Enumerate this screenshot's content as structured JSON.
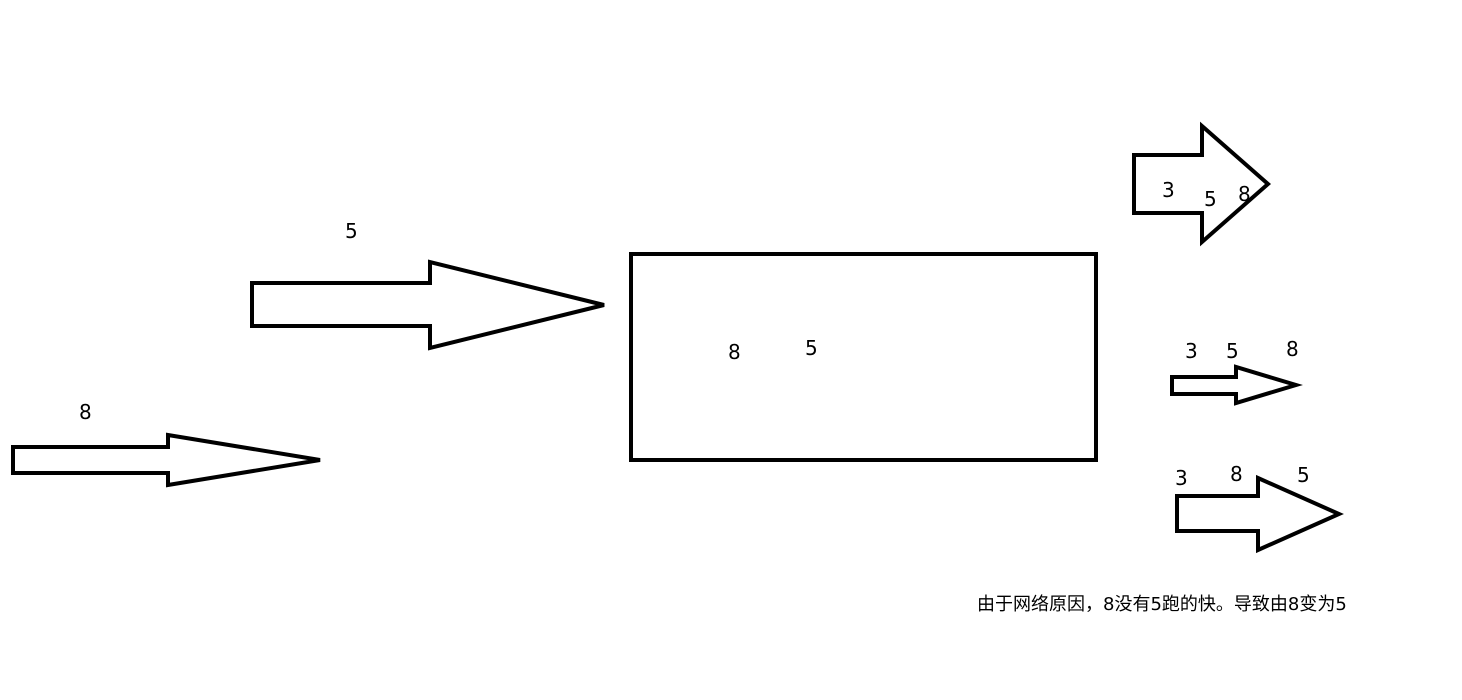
{
  "diagram": {
    "input_arrows": [
      {
        "name": "arrow-5",
        "label": "5"
      },
      {
        "name": "arrow-8",
        "label": "8"
      }
    ],
    "box": {
      "labels": [
        "8",
        "5"
      ]
    },
    "output_arrows": [
      {
        "name": "output-arrow-1",
        "labels": [
          "3",
          "5",
          "8"
        ]
      },
      {
        "name": "output-arrow-2",
        "labels": [
          "3",
          "5",
          "8"
        ]
      },
      {
        "name": "output-arrow-3",
        "labels": [
          "3",
          "8",
          "5"
        ]
      }
    ],
    "caption": "由于网络原因，8没有5跑的快。导致由8变为5"
  },
  "colors": {
    "stroke": "#000000",
    "background": "#ffffff",
    "text": "#000000"
  }
}
